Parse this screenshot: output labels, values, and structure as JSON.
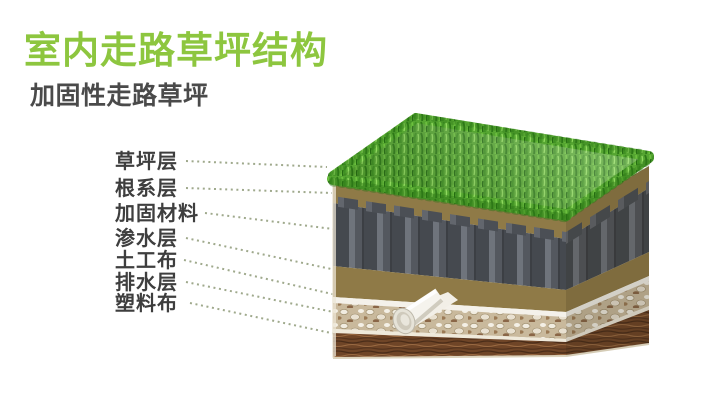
{
  "header": {
    "title": "室内走路草坪结构",
    "subtitle": "加固性走路草坪"
  },
  "diagram": {
    "labels": [
      "草坪层",
      "根系层",
      "加固材料",
      "渗水层",
      "土工布",
      "排水层",
      "塑料布"
    ]
  },
  "colors": {
    "title_green": "#8dc63f",
    "subtitle_text": "#4a4a4a",
    "label_text": "#3e3e3e",
    "leader_dots": "#9fa98c",
    "grass_green": "#55a531",
    "soil_tan": "#8f7a47",
    "reinforcement_gray": "#4a4e54",
    "geotextile_white": "#f4f1ea",
    "gravel_beige": "#c9b99c",
    "plastic_sheet_brown": "#6f4527",
    "pipe_white": "#f5f3ed"
  }
}
